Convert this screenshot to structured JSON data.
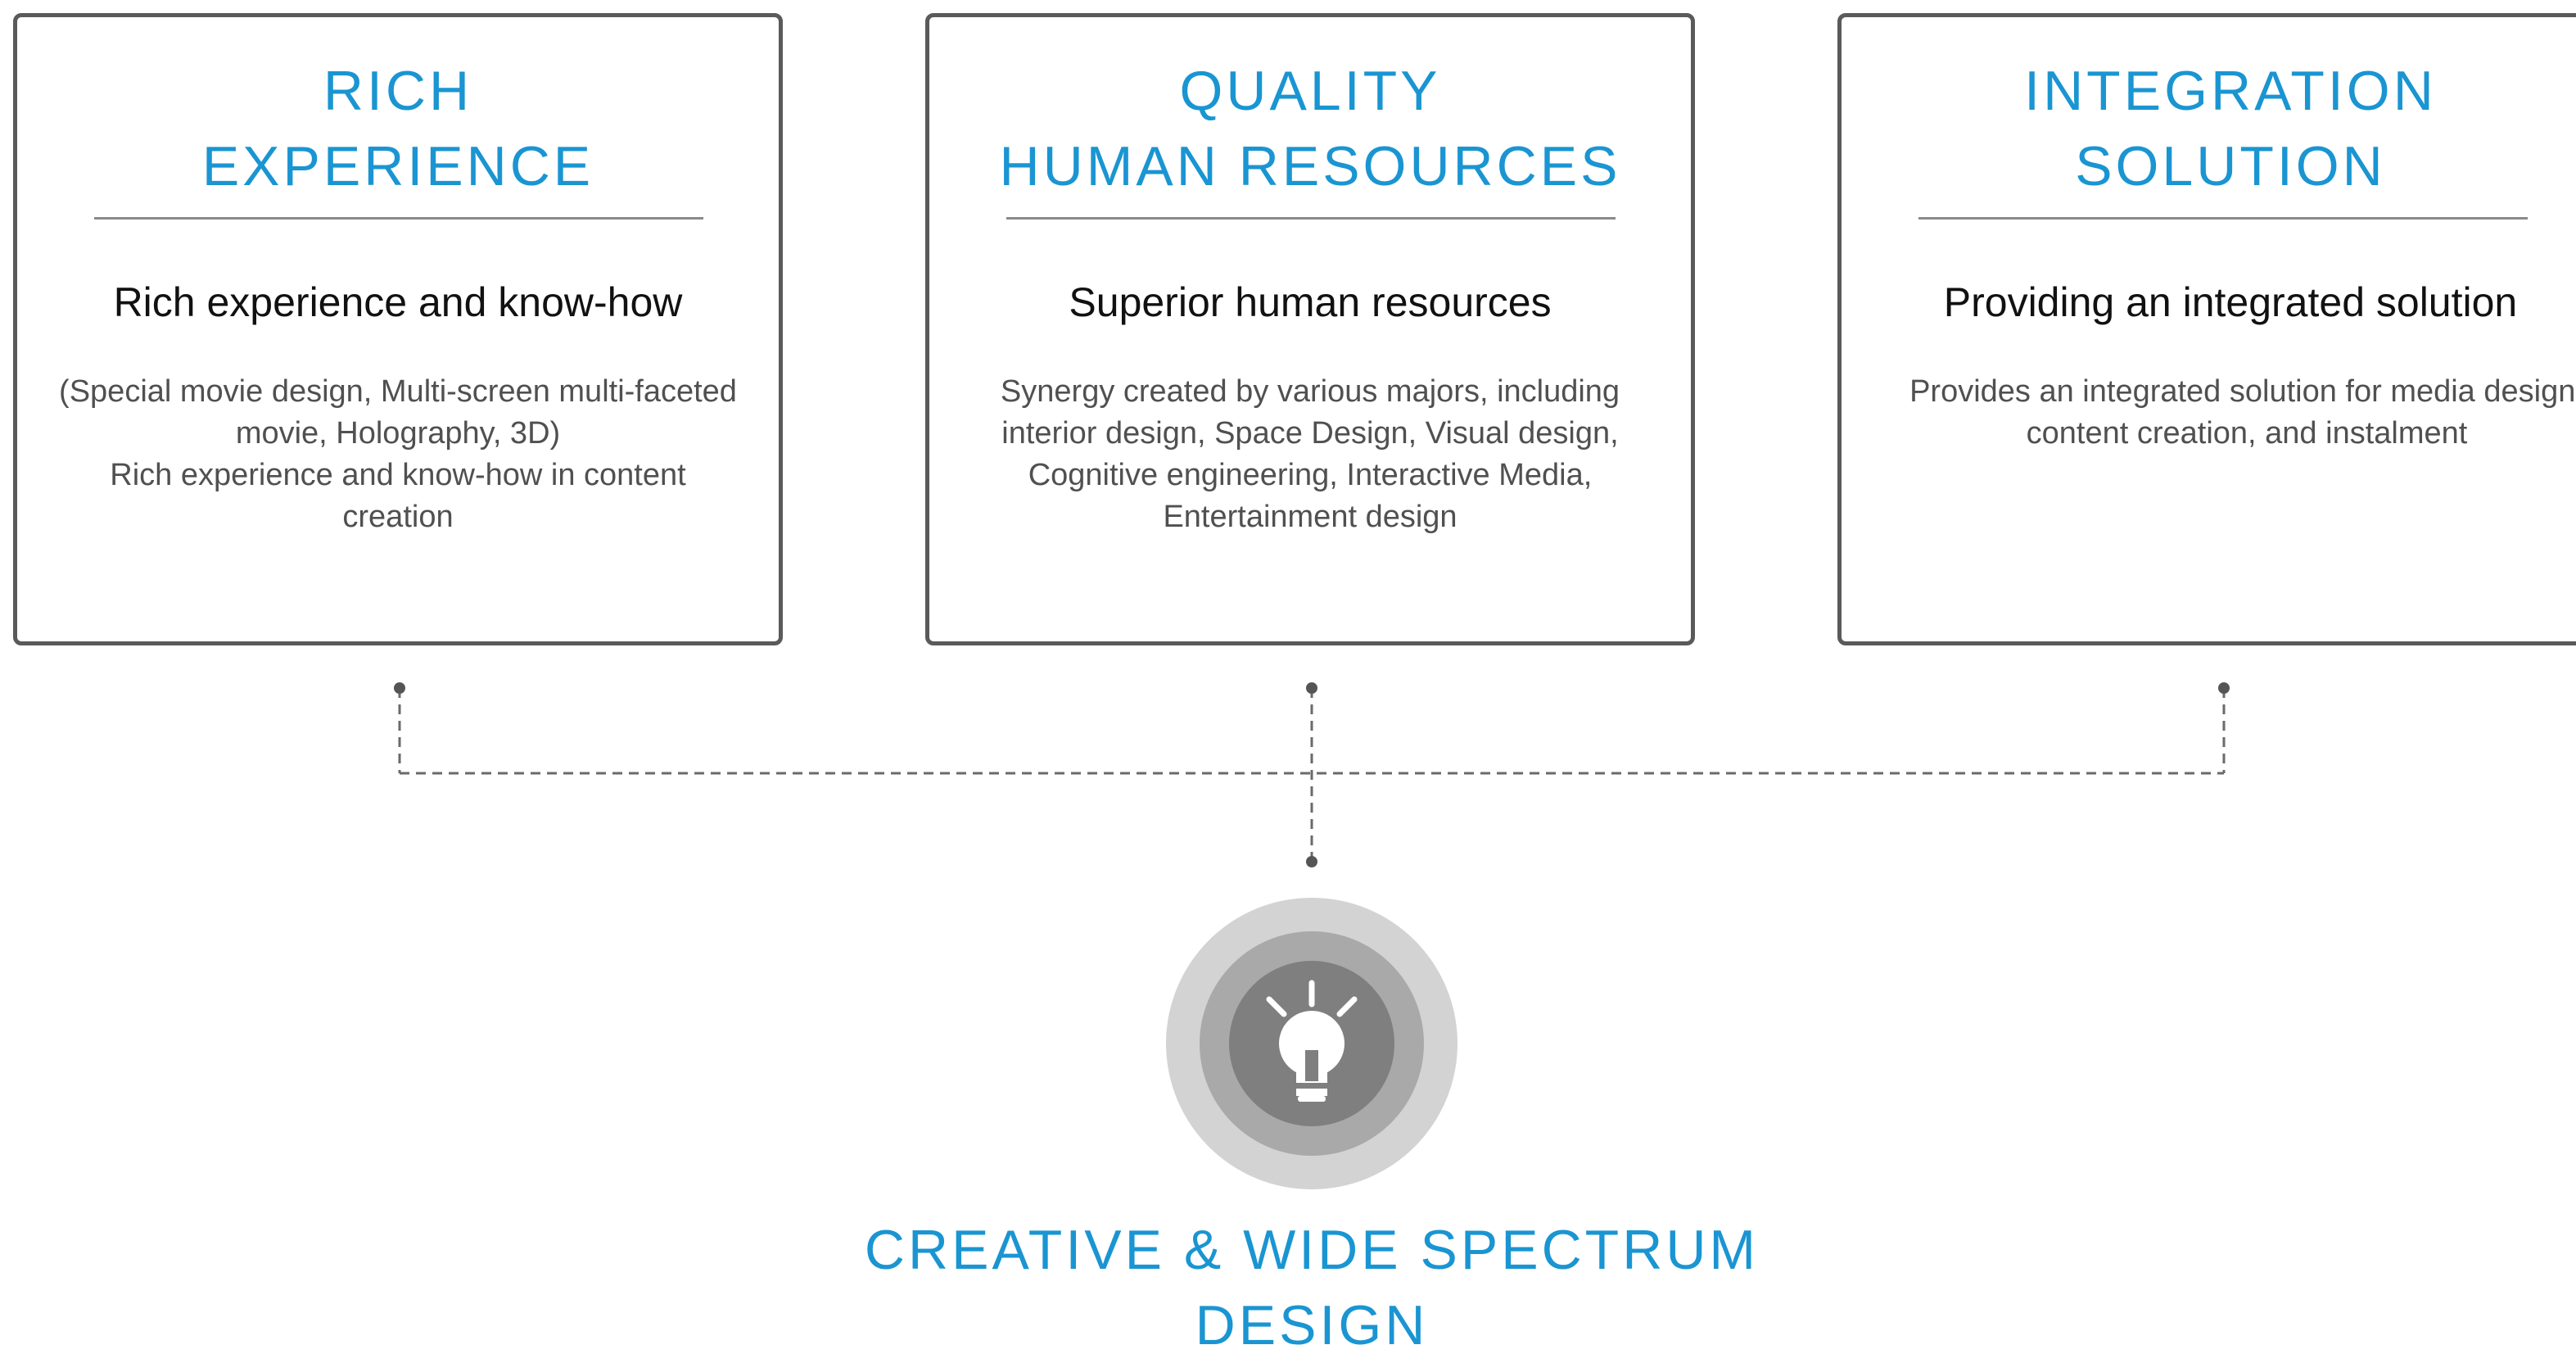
{
  "cards": [
    {
      "title_line1": "RICH",
      "title_line2": "EXPERIENCE",
      "heading": "Rich experience and know-how",
      "body": [
        "(Special movie design, Multi-screen multi-faceted",
        "movie, Holography, 3D)",
        "Rich experience and know-how in content",
        "creation"
      ]
    },
    {
      "title_line1": "QUALITY",
      "title_line2": "HUMAN RESOURCES",
      "heading": "Superior human resources",
      "body": [
        "Synergy created by various majors, including",
        "interior design, Space Design, Visual design,",
        "Cognitive engineering, Interactive Media,",
        "Entertainment design"
      ]
    },
    {
      "title_line1": "INTEGRATION",
      "title_line2": "SOLUTION",
      "heading": "Providing an integrated solution",
      "body": [
        "Provides an integrated solution for media design,",
        "content creation, and instalment"
      ]
    }
  ],
  "hub": {
    "icon": "lightbulb-icon",
    "caption_line1": "CREATIVE & WIDE SPECTRUM",
    "caption_line2": "DESIGN"
  },
  "colors": {
    "accent": "#1a95d2",
    "border": "#5a5a5a",
    "connector": "#6a6a6a",
    "ring_outer": "#d3d3d3",
    "ring_middle": "#a9a9a9",
    "ring_inner": "#7f7f7f"
  }
}
